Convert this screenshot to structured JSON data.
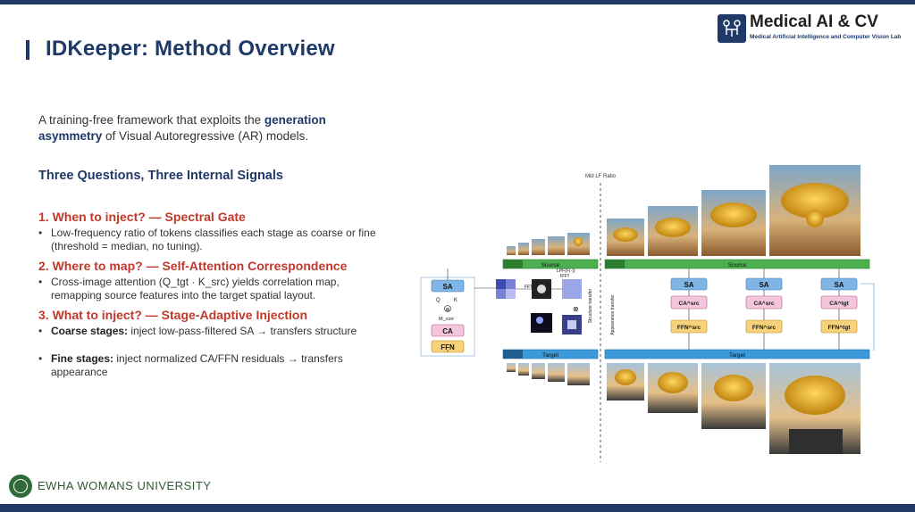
{
  "slide": {
    "title": "IDKeeper: Method Overview",
    "intro_prefix": "A training-free framework that exploits the ",
    "intro_bold": "generation asymmetry",
    "intro_suffix": " of Visual Autoregressive (AR) models.",
    "subheading": "Three Questions, Three Internal Signals"
  },
  "lab": {
    "name": "Medical AI & CV",
    "subtitle": "Medical Artificial Intelligence and Computer Vision Lab"
  },
  "questions": [
    {
      "title": "1. When to inject? — Spectral Gate",
      "bullets": [
        {
          "bold": "",
          "text": "Low-frequency ratio of tokens classifies each stage as coarse or fine (threshold = median, no tuning)."
        }
      ]
    },
    {
      "title": "2. Where to map? — Self-Attention Correspondence",
      "bullets": [
        {
          "bold": "",
          "text": "Cross-image attention (Q_tgt · K_src) yields correlation map, remapping source features into the target spatial layout."
        }
      ]
    },
    {
      "title": "3. What to inject? — Stage-Adaptive Injection",
      "bullets": [
        {
          "bold": "Coarse stages:",
          "text": " inject low-pass-filtered SA → transfers structure"
        },
        {
          "bold": "Fine stages:",
          "text": " inject normalized CA/FFN residuals → transfers appearance"
        }
      ]
    }
  ],
  "figure": {
    "mid_label": "Mid LF Ratio",
    "source_label": "Source",
    "target_label": "Target",
    "sa_label": "SA",
    "ca_label": "CA",
    "ffn_label": "FFN",
    "ca_src_label": "CA^src",
    "ca_tgt_label": "CA^tgt",
    "ffn_src_label": "FFN^src",
    "ffn_tgt_label": "FFN^tgt",
    "mcorr_label": "M_corr",
    "structure_label": "Structure transfer",
    "appearance_label": "Appearance transfer",
    "lpf_label": "LPF(F(·))",
    "ifft_label": "IFFT",
    "fft_label": "FFT",
    "q_label": "Q",
    "k_label": "K"
  },
  "university": {
    "name": "EWHA WOMANS UNIVERSITY"
  },
  "colors": {
    "navy": "#1f3a66",
    "red": "#c0392b",
    "green_bar": "#4caf50",
    "blue_bar": "#3b9ad9",
    "sa_box": "#7fb6e6",
    "ca_box": "#f3c6dc",
    "ffn_box": "#f7d27a"
  }
}
